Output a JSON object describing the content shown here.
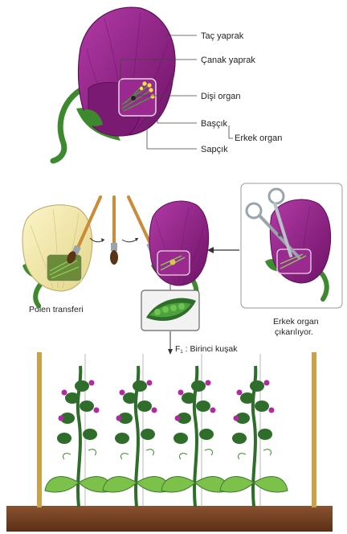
{
  "labels": {
    "petal": "Taç yaprak",
    "sepal": "Çanak yaprak",
    "female_organ": "Dişi organ",
    "anther": "Başçık",
    "filament": "Sapçık",
    "male_organ": "Erkek organ",
    "pollen_transfer": "Polen transferi",
    "stamen_removed_line1": "Erkek organ",
    "stamen_removed_line2": "çıkarılıyor.",
    "f1_symbol": "F",
    "f1_subscript": "1",
    "f1_text": " : Birinci kuşak"
  },
  "colors": {
    "purple_flower": "#8e1f86",
    "purple_dark": "#5e0f5a",
    "yellow_flower": "#f0e6a6",
    "leaf_green": "#3d8a2e",
    "soil": "#6b3b1e",
    "pole": "#c9a24a",
    "arrow": "#333333"
  },
  "icons": [
    "scissors-icon",
    "paintbrush-icon",
    "pea-pod-icon",
    "arrow-icon"
  ]
}
